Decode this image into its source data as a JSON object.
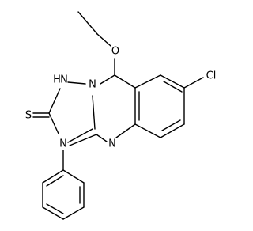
{
  "molecule": {
    "atoms": {
      "ethoxy_o": "O",
      "chloro": "Cl",
      "nh": "H",
      "nh_n": "N",
      "n1": "N",
      "thione_s": "S",
      "n4": "N",
      "n_ring": "N"
    }
  }
}
